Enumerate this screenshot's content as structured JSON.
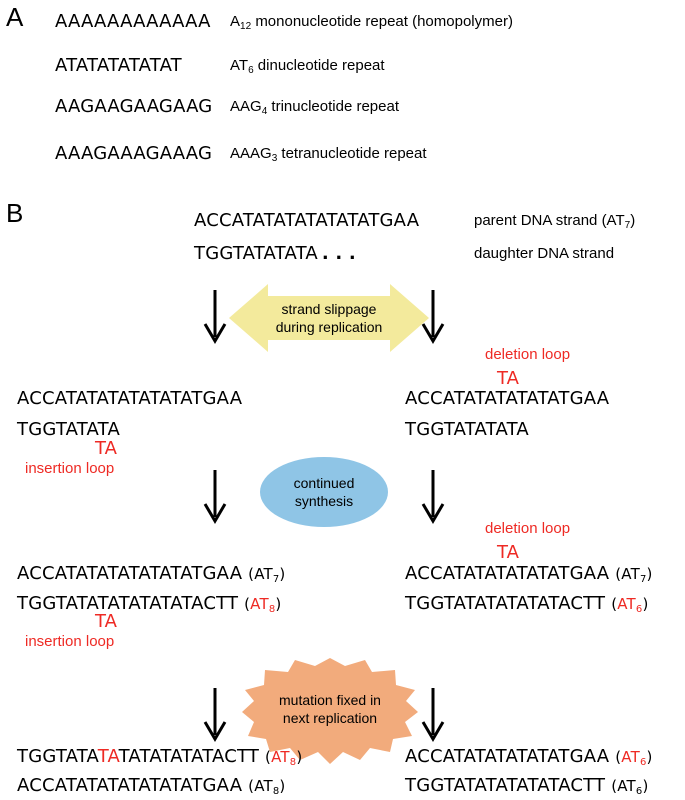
{
  "panel_a": {
    "label": "A",
    "rows": [
      {
        "seq": "AAAAAAAAAAAA",
        "unit": "A",
        "count": "12",
        "desc": "mononucleotide repeat (homopolymer)"
      },
      {
        "seq": "ATATATATATAT",
        "unit": "AT",
        "count": "6",
        "desc": "dinucleotide repeat"
      },
      {
        "seq": "AAGAAGAAGAAG",
        "unit": "AAG",
        "count": "4",
        "desc": "trinucleotide repeat"
      },
      {
        "seq": "AAAGAAAGAAAG",
        "unit": "AAAG",
        "count": "3",
        "desc": "tetranucleotide repeat"
      }
    ]
  },
  "panel_b": {
    "label": "B",
    "top": {
      "parent_seq": "ACCATATATATATATATGAA",
      "daughter_seq": "TGGTATATATA",
      "ellipsis": ". . .",
      "parent_label": "parent DNA strand (AT",
      "parent_count": "7",
      "parent_close": ")",
      "daughter_label": "daughter DNA strand"
    },
    "step1": {
      "line1": "strand slippage",
      "line2": "during replication"
    },
    "step2": {
      "line1": "continued",
      "line2": "synthesis"
    },
    "step3": {
      "line1": "mutation fixed in",
      "line2": "next replication"
    },
    "stage1": {
      "left_top": "ACCATATATATATATATGAA",
      "left_bottom": "TGGTATATA",
      "left_ta": "TA",
      "left_loop": "insertion loop",
      "right_loop": "deletion loop",
      "right_ta": "TA",
      "right_top": "ACCATATATATATATGAA",
      "right_bottom": "TGGTATATATA"
    },
    "stage2": {
      "left_top": "ACCATATATATATATATGAA",
      "left_top_tag": "AT",
      "left_top_count": "7",
      "left_bottom": "TGGTATATATATATATACTT",
      "left_bottom_tag": "AT",
      "left_bottom_count": "8",
      "left_ta": "TA",
      "left_loop": "insertion loop",
      "right_loop": "deletion loop",
      "right_ta": "TA",
      "right_top": "ACCATATATATATATGAA",
      "right_top_tag": "AT",
      "right_top_count": "7",
      "right_bottom": "TGGTATATATATATACTT",
      "right_bottom_tag": "AT",
      "right_bottom_count": "6"
    },
    "stage3": {
      "left_top_pre": "TGGTATA",
      "left_top_ta": "TA",
      "left_top_post": "TATATATATACTT",
      "left_top_tag": "AT",
      "left_top_count": "8",
      "left_bottom": "ACCATATATATATATATGAA",
      "left_bottom_tag": "AT",
      "left_bottom_count": "8",
      "right_top": "ACCATATATATATATGAA",
      "right_top_tag": "AT",
      "right_top_count": "6",
      "right_bottom": "TGGTATATATATATACTT",
      "right_bottom_tag": "AT",
      "right_bottom_count": "6"
    },
    "colors": {
      "red": "#ee2a24",
      "yellow_arrow": "#f3ea9c",
      "blue_ellipse": "#8fc5e6",
      "orange_star": "#f2ab7c"
    }
  }
}
